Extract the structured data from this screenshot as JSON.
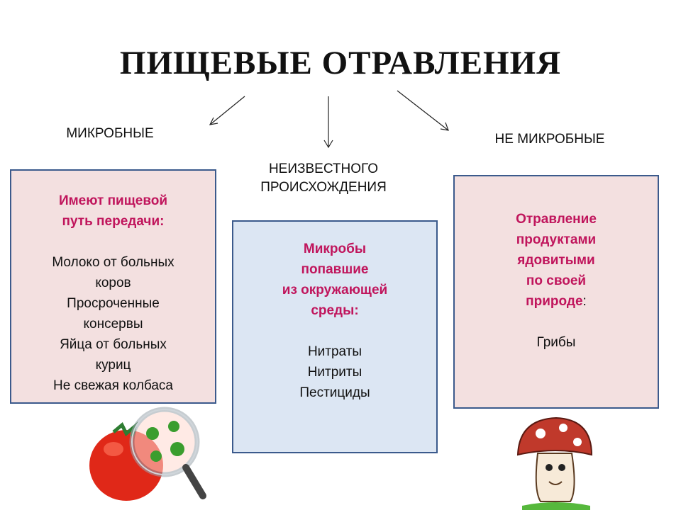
{
  "title": "ПИЩЕВЫЕ ОТРАВЛЕНИЯ",
  "categories": {
    "left": "МИКРОБНЫЕ",
    "center": [
      "НЕИЗВЕСТНОГО",
      "ПРОИСХОЖДЕНИЯ"
    ],
    "right": "НЕ МИКРОБНЫЕ"
  },
  "boxes": {
    "left": {
      "heading": [
        "Имеют пищевой",
        "путь передачи:"
      ],
      "items": [
        "Молоко от больных",
        "коров",
        "Просроченные",
        "консервы",
        "Яйца от больных",
        "куриц",
        "Не свежая колбаса"
      ]
    },
    "center": {
      "heading": [
        "Микробы",
        "попавшие",
        "из окружающей",
        "среды:"
      ],
      "items": [
        "Нитраты",
        "Нитриты",
        "Пестициды"
      ]
    },
    "right": {
      "heading": [
        "Отравление",
        "продуктами",
        "ядовитыми",
        "по своей",
        "природе"
      ],
      "heading_suffix": ":",
      "items": [
        "Грибы"
      ]
    }
  },
  "colors": {
    "highlight": "#c0155c",
    "left_box_bg": "#f3e0e0",
    "center_box_bg": "#dce6f3",
    "right_box_bg": "#f3e0e0",
    "box_border": "#3b5a8c"
  },
  "illustrations": [
    "tomato-magnifier-illustration",
    "mushroom-illustration"
  ]
}
